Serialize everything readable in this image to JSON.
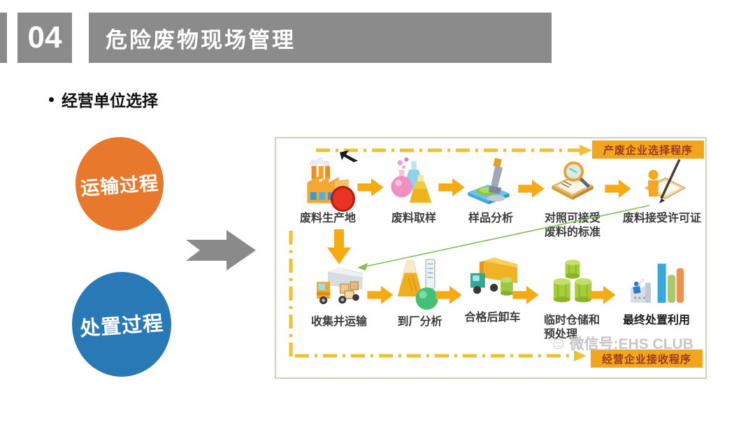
{
  "slide": {
    "number": "04",
    "title": "危险废物现场管理",
    "bullet": "经营单位选择"
  },
  "process_circles": {
    "transport": {
      "label": "运输过程",
      "color": "#E8782B"
    },
    "disposal": {
      "label": "处置过程",
      "color": "#2A79B7"
    }
  },
  "diagram": {
    "top_tag": "产废企业选择程序",
    "bottom_tag": "经营企业接收程序",
    "top_row": [
      {
        "icon": "factory-icon",
        "label": "废料生产地"
      },
      {
        "icon": "sampling-flasks-icon",
        "label": "废料取样"
      },
      {
        "icon": "microscope-icon",
        "label": "样品分析"
      },
      {
        "icon": "magnifier-document-icon",
        "label_line1": "对照可接受",
        "label_line2": "废料的标准"
      },
      {
        "icon": "permit-signing-icon",
        "label": "废料接受许可证"
      }
    ],
    "bottom_row": [
      {
        "icon": "collection-truck-icon",
        "label": "收集并运输"
      },
      {
        "icon": "analysis-flasks-icon",
        "label": "到厂分析"
      },
      {
        "icon": "unloading-truck-icon",
        "label": "合格后卸车"
      },
      {
        "icon": "storage-barrels-icon",
        "label_line1": "临时仓储和",
        "label_line2": "预处理"
      },
      {
        "icon": "disposal-plant-icon",
        "label": "最终处置利用"
      }
    ]
  },
  "watermark": {
    "text": "微信号:EHS CLUB"
  },
  "colors": {
    "header_gray": "#8B8B8B",
    "arrow_yellow": "#F7AB13",
    "dashed_yellow": "#EFC12E",
    "tag_background": "#F2A51F",
    "tag_text": "#9A3A1E",
    "connector_green": "#84BE52",
    "highlight_red": "#E93323",
    "box_border": "#CDD2BC"
  }
}
